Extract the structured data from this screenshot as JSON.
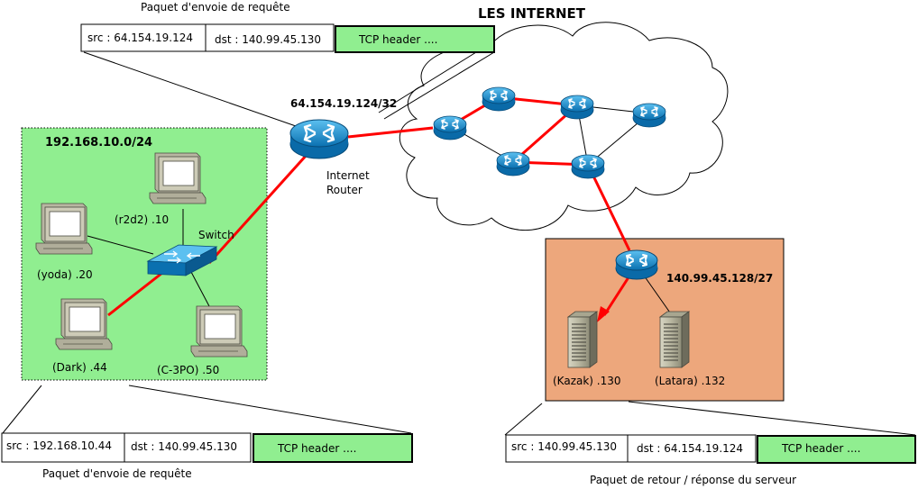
{
  "title": "LES INTERNET",
  "local_network": {
    "subnet": "192.168.10.0/24",
    "switch_label": "Switch",
    "hosts": {
      "r2d2": "(r2d2) .10",
      "yoda": "(yoda) .20",
      "dark": "(Dark) .44",
      "c3po": "(C-3PO) .50"
    }
  },
  "internet_router": {
    "ip": "64.154.19.124/32",
    "label_line1": "Internet",
    "label_line2": "Router"
  },
  "server_network": {
    "subnet": "140.99.45.128/27",
    "servers": {
      "kazak": "(Kazak) .130",
      "latara": "(Latara) .132"
    }
  },
  "packets": {
    "top": {
      "caption": "Paquet d'envoie de requête",
      "src": "src : 64.154.19.124",
      "dst": "dst : 140.99.45.130",
      "header": "TCP header ...."
    },
    "bottom_left": {
      "caption": "Paquet d'envoie de requête",
      "src": "src : 192.168.10.44",
      "dst": "dst : 140.99.45.130",
      "header": "TCP header ...."
    },
    "bottom_right": {
      "caption": "Paquet de retour / réponse du serveur",
      "src": "src : 140.99.45.130",
      "dst": "dst : 64.154.19.124",
      "header": "TCP header ...."
    }
  },
  "colors": {
    "lan_zone": "#90ee90",
    "server_zone": "#eda77c",
    "path_red": "#ff0000",
    "router_blue": "#1e90c8",
    "header_green": "#90ee90"
  }
}
